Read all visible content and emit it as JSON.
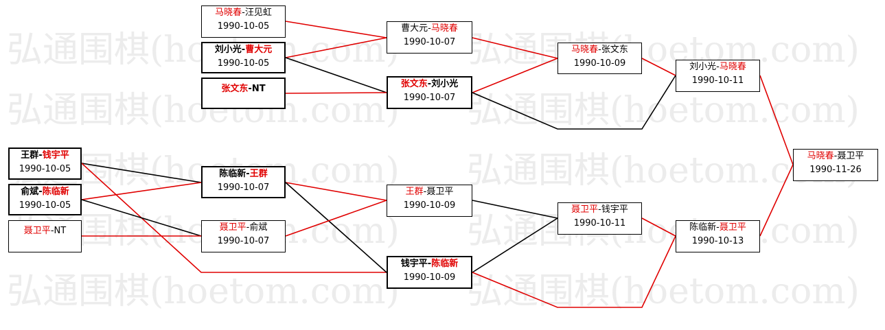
{
  "watermark": "弘通围棋(hoetom.com)",
  "colors": {
    "winner": "#e00000",
    "other": "#000000",
    "winner_link": "#e00000",
    "loser_link": "#000000"
  },
  "games": [
    {
      "id": "g1",
      "p1": "马晓春",
      "p2": "汪见虹",
      "winner": 1,
      "date": "1990-10-05",
      "bold": false
    },
    {
      "id": "g2",
      "p1": "刘小光",
      "p2": "曹大元",
      "winner": 2,
      "date": "1990-10-05",
      "bold": true
    },
    {
      "id": "g3",
      "p1": "张文东",
      "p2": "NT",
      "winner": 1,
      "date": "",
      "bold": true
    },
    {
      "id": "g4",
      "p1": "王群",
      "p2": "钱宇平",
      "winner": 2,
      "date": "1990-10-05",
      "bold": true
    },
    {
      "id": "g5",
      "p1": "俞斌",
      "p2": "陈临新",
      "winner": 2,
      "date": "1990-10-05",
      "bold": true
    },
    {
      "id": "g6",
      "p1": "聂卫平",
      "p2": "NT",
      "winner": 1,
      "date": "",
      "bold": false
    },
    {
      "id": "g7",
      "p1": "曹大元",
      "p2": "马晓春",
      "winner": 2,
      "date": "1990-10-07",
      "bold": false
    },
    {
      "id": "g8",
      "p1": "张文东",
      "p2": "刘小光",
      "winner": 1,
      "date": "1990-10-07",
      "bold": true
    },
    {
      "id": "g9",
      "p1": "陈临新",
      "p2": "王群",
      "winner": 2,
      "date": "1990-10-07",
      "bold": true
    },
    {
      "id": "g10",
      "p1": "聂卫平",
      "p2": "俞斌",
      "winner": 1,
      "date": "1990-10-07",
      "bold": false
    },
    {
      "id": "g11",
      "p1": "王群",
      "p2": "聂卫平",
      "winner": 1,
      "date": "1990-10-09",
      "bold": false
    },
    {
      "id": "g12",
      "p1": "钱宇平",
      "p2": "陈临新",
      "winner": 2,
      "date": "1990-10-09",
      "bold": true
    },
    {
      "id": "g13",
      "p1": "马晓春",
      "p2": "张文东",
      "winner": 1,
      "date": "1990-10-09",
      "bold": false
    },
    {
      "id": "g14",
      "p1": "聂卫平",
      "p2": "钱宇平",
      "winner": 1,
      "date": "1990-10-11",
      "bold": false
    },
    {
      "id": "g15",
      "p1": "刘小光",
      "p2": "马晓春",
      "winner": 2,
      "date": "1990-10-11",
      "bold": false
    },
    {
      "id": "g16",
      "p1": "陈临新",
      "p2": "聂卫平",
      "winner": 2,
      "date": "1990-10-13",
      "bold": false
    },
    {
      "id": "g17",
      "p1": "马晓春",
      "p2": "聂卫平",
      "winner": 1,
      "date": "1990-11-26",
      "bold": false
    }
  ],
  "links": [
    {
      "from": "g1",
      "to": "g7",
      "type": "win"
    },
    {
      "from": "g2",
      "to": "g7",
      "type": "win"
    },
    {
      "from": "g2",
      "to": "g8",
      "type": "lose"
    },
    {
      "from": "g3",
      "to": "g8",
      "type": "win"
    },
    {
      "from": "g7",
      "to": "g13",
      "type": "win"
    },
    {
      "from": "g8",
      "to": "g13",
      "type": "win"
    },
    {
      "from": "g8",
      "to": "g15",
      "type": "lose"
    },
    {
      "from": "g13",
      "to": "g15",
      "type": "win"
    },
    {
      "from": "g15",
      "to": "g17",
      "type": "win"
    },
    {
      "from": "g4",
      "to": "g9",
      "type": "lose"
    },
    {
      "from": "g4",
      "to": "g12",
      "type": "win"
    },
    {
      "from": "g5",
      "to": "g9",
      "type": "win"
    },
    {
      "from": "g5",
      "to": "g10",
      "type": "lose"
    },
    {
      "from": "g6",
      "to": "g10",
      "type": "win"
    },
    {
      "from": "g9",
      "to": "g11",
      "type": "win"
    },
    {
      "from": "g9",
      "to": "g12",
      "type": "lose"
    },
    {
      "from": "g10",
      "to": "g11",
      "type": "win"
    },
    {
      "from": "g11",
      "to": "g14",
      "type": "lose"
    },
    {
      "from": "g12",
      "to": "g14",
      "type": "lose"
    },
    {
      "from": "g12",
      "to": "g16",
      "type": "win"
    },
    {
      "from": "g14",
      "to": "g16",
      "type": "win"
    },
    {
      "from": "g16",
      "to": "g17",
      "type": "win"
    }
  ]
}
